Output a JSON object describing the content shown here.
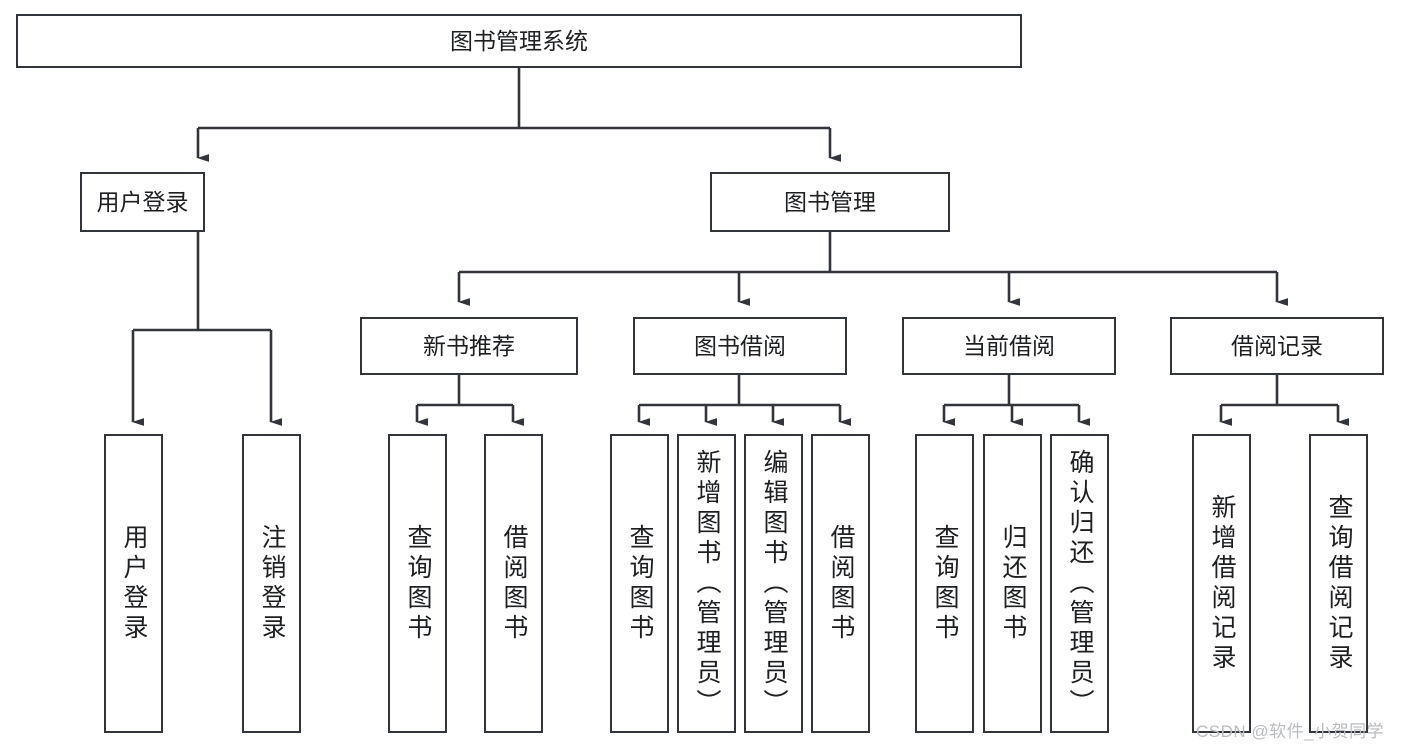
{
  "diagram": {
    "title": "图书管理系统",
    "type": "tree-hierarchy-diagram",
    "colors": {
      "stroke": "#32363a",
      "fill": "#ffffff",
      "text": "#1d1f21",
      "watermark": "#b9bcc0"
    },
    "root": {
      "label": "图书管理系统"
    },
    "level2": [
      {
        "label": "用户登录"
      },
      {
        "label": "图书管理"
      }
    ],
    "level3": [
      {
        "label": "新书推荐"
      },
      {
        "label": "图书借阅"
      },
      {
        "label": "当前借阅"
      },
      {
        "label": "借阅记录"
      }
    ],
    "leaves": {
      "user_login": [
        {
          "label": "用户登录"
        },
        {
          "label": "注销登录"
        }
      ],
      "new_book_recommend": [
        {
          "label": "查询图书"
        },
        {
          "label": "借阅图书"
        }
      ],
      "book_borrow": [
        {
          "label": "查询图书"
        },
        {
          "label": "新增图书（管理员）"
        },
        {
          "label": "编辑图书（管理员）"
        },
        {
          "label": "借阅图书"
        }
      ],
      "current_borrow": [
        {
          "label": "查询图书"
        },
        {
          "label": "归还图书"
        },
        {
          "label": "确认归还（管理员）"
        }
      ],
      "borrow_record": [
        {
          "label": "新增借阅记录"
        },
        {
          "label": "查询借阅记录"
        }
      ]
    },
    "watermark": "CSDN @软件_小贺同学"
  }
}
